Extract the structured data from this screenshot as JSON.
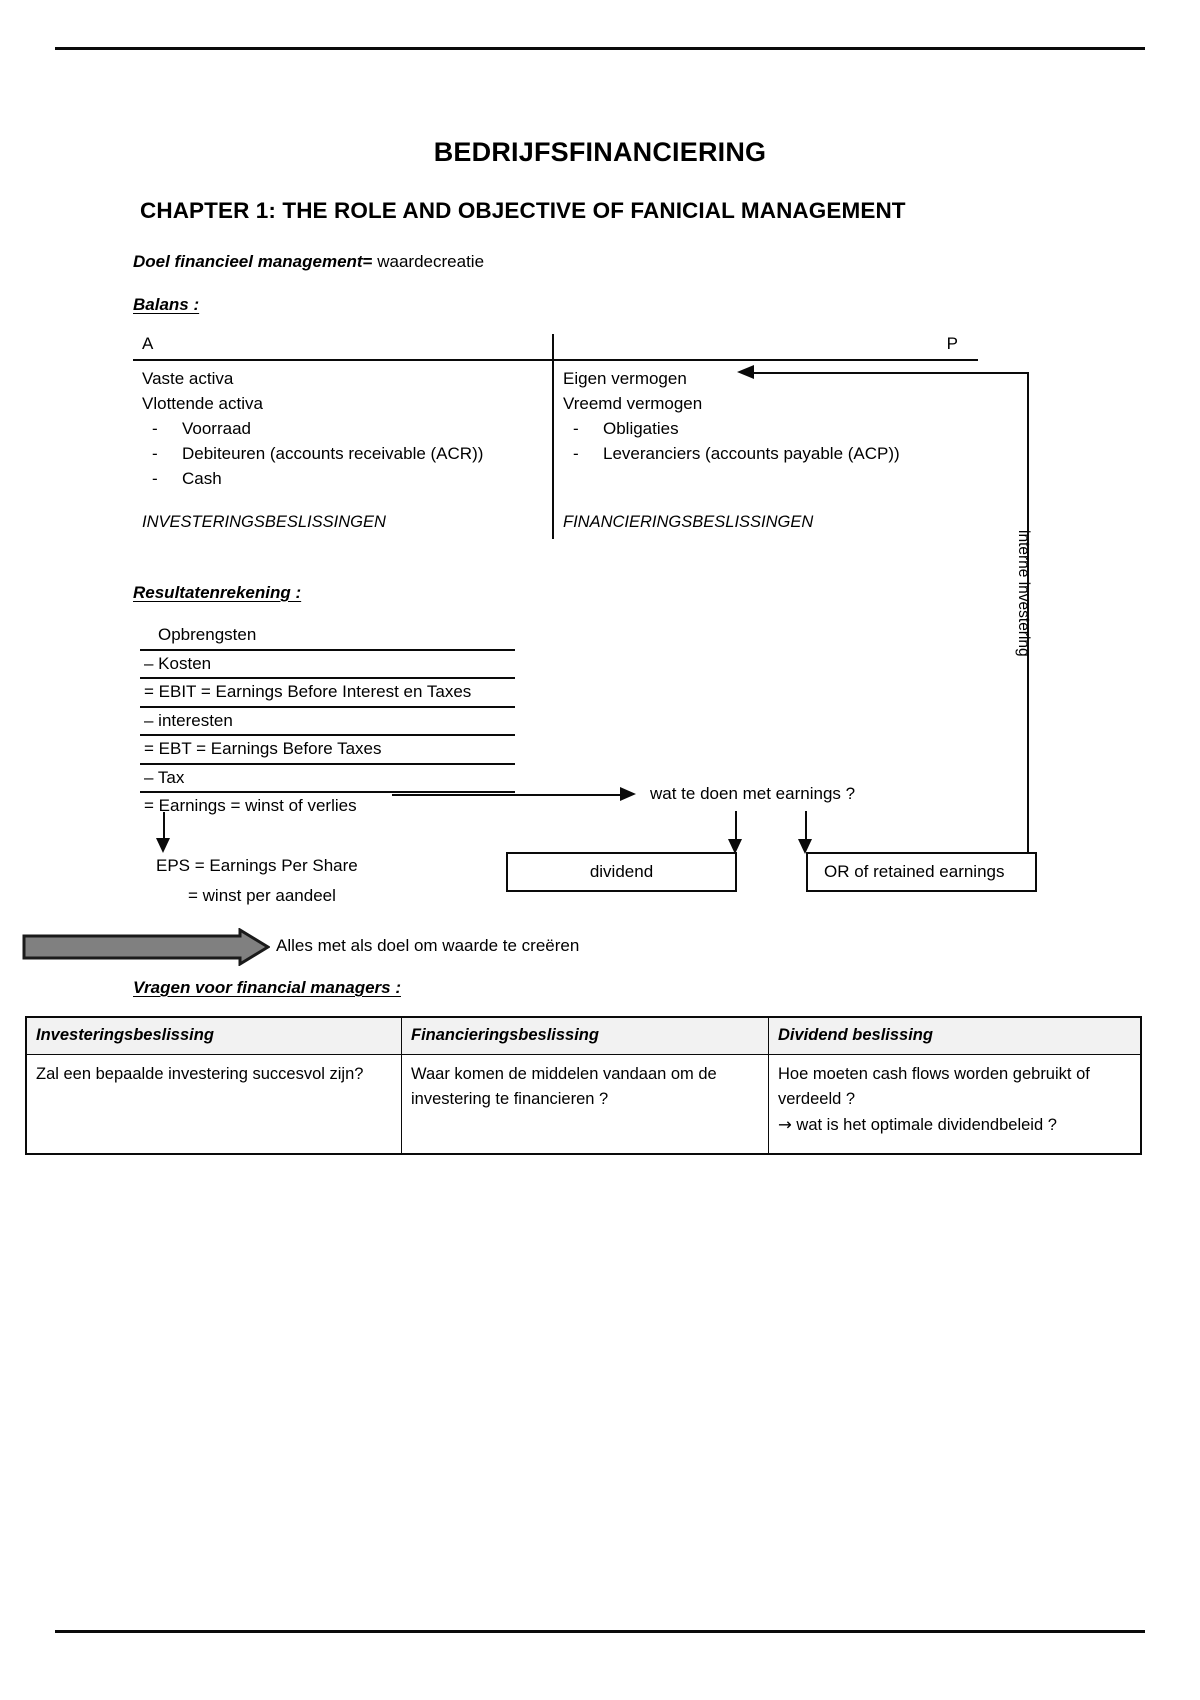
{
  "document": {
    "title": "BEDRIJFSFINANCIERING",
    "chapter_title": "CHAPTER 1: THE ROLE AND OBJECTIVE OF FANICIAL MANAGEMENT"
  },
  "goal": {
    "label": "Doel financieel management",
    "equals": "=",
    "value": "waardecreatie"
  },
  "balance_sheet": {
    "heading": "Balans :",
    "assets_letter": "A",
    "liabilities_letter": "P",
    "assets": [
      "Vaste activa",
      "Vlottende activa"
    ],
    "assets_sub": [
      "Voorraad",
      "Debiteuren (accounts receivable (ACR))",
      "Cash"
    ],
    "liabilities": [
      "Eigen vermogen",
      "Vreemd vermogen"
    ],
    "liabilities_sub": [
      "Obligaties",
      "Leveranciers (accounts payable (ACP))"
    ],
    "caption_left": "INVESTERINGSBESLISSINGEN",
    "caption_right": "FINANCIERINGSBESLISSINGEN",
    "bullet_dash": "-"
  },
  "internal_investment": {
    "label": "interne investering"
  },
  "income_statement": {
    "heading": "Resultatenrekening :",
    "rows": [
      "Opbrengsten",
      "– Kosten",
      "= EBIT = Earnings Before Interest en Taxes",
      "– interesten",
      "= EBT = Earnings Before Taxes",
      "– Tax",
      "= Earnings = winst of verlies"
    ],
    "question": "wat te doen met earnings ?",
    "eps_line1": "EPS = Earnings Per Share",
    "eps_line2": "= winst per aandeel",
    "box_dividend": "dividend",
    "box_retained": "OR of retained earnings"
  },
  "banner": {
    "text": "Alles met als doel om waarde te creëren",
    "fill_color": "#808080",
    "stroke_color": "#1a1a1a"
  },
  "questions_section": {
    "heading": "Vragen voor financial managers :",
    "headers": [
      "Investeringsbeslissing",
      "Financieringsbeslissing",
      "Dividend beslissing"
    ],
    "cells": [
      "Zal een bepaalde investering succesvol zijn?",
      "Waar komen de middelen vandaan om de investering te financieren ?",
      "Hoe moeten cash flows worden gebruikt of verdeeld ?"
    ],
    "cell3_extra_arrow": "→",
    "cell3_extra": " wat is het optimale dividendbeleid ?"
  }
}
